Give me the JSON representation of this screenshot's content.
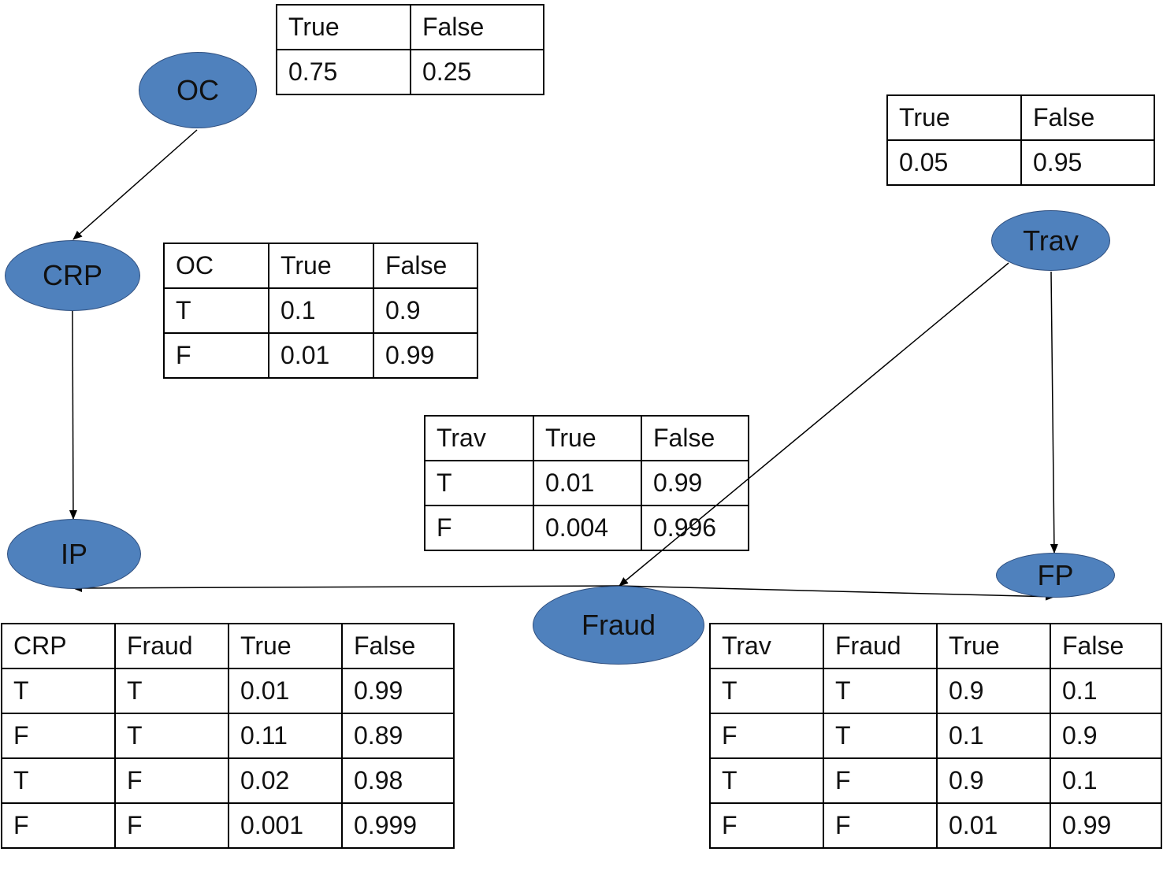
{
  "nodes": {
    "oc": "OC",
    "crp": "CRP",
    "ip": "IP",
    "trav": "Trav",
    "fp": "FP",
    "fraud": "Fraud"
  },
  "tables": {
    "oc": {
      "rows": [
        [
          "True",
          "False"
        ],
        [
          "0.75",
          "0.25"
        ]
      ]
    },
    "trav": {
      "rows": [
        [
          "True",
          "False"
        ],
        [
          "0.05",
          "0.95"
        ]
      ]
    },
    "crp": {
      "rows": [
        [
          "OC",
          "True",
          "False"
        ],
        [
          "T",
          "0.1",
          "0.9"
        ],
        [
          "F",
          "0.01",
          "0.99"
        ]
      ]
    },
    "fraud": {
      "rows": [
        [
          "Trav",
          "True",
          "False"
        ],
        [
          "T",
          "0.01",
          "0.99"
        ],
        [
          "F",
          "0.004",
          "0.996"
        ]
      ]
    },
    "ip": {
      "rows": [
        [
          "CRP",
          "Fraud",
          "True",
          "False"
        ],
        [
          "T",
          "T",
          "0.01",
          "0.99"
        ],
        [
          "F",
          "T",
          "0.11",
          "0.89"
        ],
        [
          "T",
          "F",
          "0.02",
          "0.98"
        ],
        [
          "F",
          "F",
          "0.001",
          "0.999"
        ]
      ]
    },
    "fp": {
      "rows": [
        [
          "Trav",
          "Fraud",
          "True",
          "False"
        ],
        [
          "T",
          "T",
          "0.9",
          "0.1"
        ],
        [
          "F",
          "T",
          "0.1",
          "0.9"
        ],
        [
          "T",
          "F",
          "0.9",
          "0.1"
        ],
        [
          "F",
          "F",
          "0.01",
          "0.99"
        ]
      ]
    }
  },
  "edges": [
    {
      "from": "OC",
      "to": "CRP"
    },
    {
      "from": "CRP",
      "to": "IP"
    },
    {
      "from": "Trav",
      "to": "Fraud"
    },
    {
      "from": "Trav",
      "to": "FP"
    },
    {
      "from": "Fraud",
      "to": "IP"
    },
    {
      "from": "Fraud",
      "to": "FP"
    }
  ],
  "colors": {
    "node_fill": "#4f81bd",
    "node_border": "#2f4f7f",
    "line": "#000000"
  }
}
